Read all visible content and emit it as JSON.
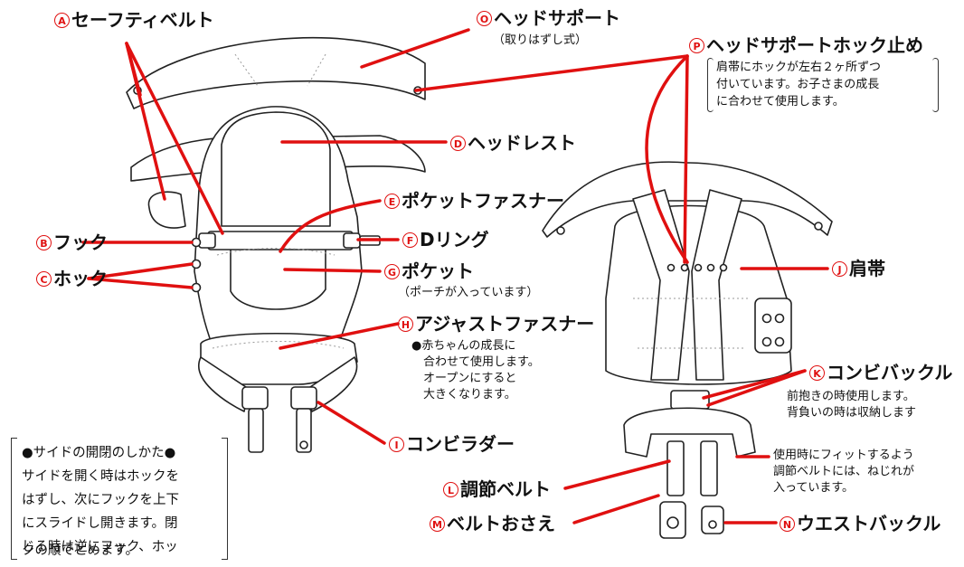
{
  "labels": {
    "A": {
      "badge": "A",
      "text": "セーフティベルト"
    },
    "B": {
      "badge": "B",
      "text": "フック"
    },
    "C": {
      "badge": "C",
      "text": "ホック"
    },
    "D": {
      "badge": "D",
      "text": "ヘッドレスト"
    },
    "E": {
      "badge": "E",
      "text": "ポケットファスナー"
    },
    "F": {
      "badge": "F",
      "text": "Dリング"
    },
    "G": {
      "badge": "G",
      "text": "ポケット",
      "sub": "（ポーチが入っています）"
    },
    "H": {
      "badge": "H",
      "text": "アジャストファスナー",
      "notes": [
        "●赤ちゃんの成長に",
        "合わせて使用します。",
        "オープンにすると",
        "大きくなります。"
      ]
    },
    "I": {
      "badge": "I",
      "text": "コンビラダー"
    },
    "J": {
      "badge": "J",
      "text": "肩帯"
    },
    "K": {
      "badge": "K",
      "text": "コンビバックル",
      "notes": [
        "前抱きの時使用します。",
        "背負いの時は収納します"
      ]
    },
    "L": {
      "badge": "L",
      "text": "調節ベルト"
    },
    "M": {
      "badge": "M",
      "text": "ベルトおさえ"
    },
    "N": {
      "badge": "N",
      "text": "ウエストバックル"
    },
    "O": {
      "badge": "O",
      "text": "ヘッドサポート",
      "sub": "（取りはずし式）"
    },
    "P": {
      "badge": "P",
      "text": "ヘッドサポートホック止め",
      "notes": [
        "肩帯にホックが左右２ヶ所ずつ",
        "付いています。お子さまの成長",
        "に合わせて使用します。"
      ]
    }
  },
  "side_note": {
    "lines": [
      "●サイドの開閉のしかた●",
      "サイドを開く時はホックを",
      "はずし、次にフックを上下",
      "にスライドし開きます。閉",
      "じる時は逆にフック、ホッ",
      "クの順でとめます。"
    ]
  },
  "twist_note": {
    "lines": [
      "使用時にフィットするよう",
      "調節ベルトには、ねじれが",
      "入っています。"
    ]
  },
  "colors": {
    "leader": "#e01010",
    "line": "#222222",
    "dots": "#999999"
  }
}
